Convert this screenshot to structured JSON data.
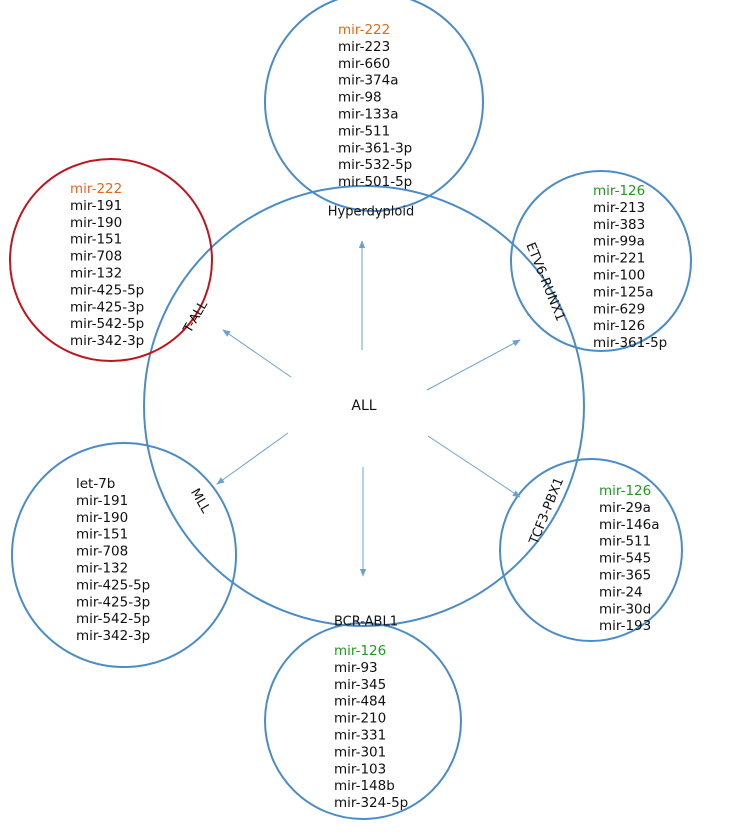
{
  "colors": {
    "circle_blue": "#4a8cc8",
    "circle_red": "#c0141c",
    "arrow_blue": "#6aa0d4",
    "text": "#111111",
    "highlight_orange": "#e8661a",
    "highlight_green": "#1e9a1e"
  },
  "center": {
    "label": "ALL"
  },
  "subtypes": [
    {
      "key": "hyperdiploid",
      "label": "Hyperdyploid",
      "border": "blue",
      "mirnas": [
        {
          "text": "mir-222",
          "color": "orange"
        },
        {
          "text": "mir-223"
        },
        {
          "text": "mir-660"
        },
        {
          "text": "mir-374a"
        },
        {
          "text": "mir-98"
        },
        {
          "text": "mir-133a"
        },
        {
          "text": "mir-511"
        },
        {
          "text": "mir-361-3p"
        },
        {
          "text": "mir-532-5p"
        },
        {
          "text": "mir-501-5p"
        }
      ]
    },
    {
      "key": "etv6-runx1",
      "label": "ETV6-RUNX1",
      "border": "blue",
      "mirnas": [
        {
          "text": "mir-126",
          "color": "green"
        },
        {
          "text": "mir-213"
        },
        {
          "text": "mir-383"
        },
        {
          "text": "mir-99a"
        },
        {
          "text": "mir-221"
        },
        {
          "text": "mir-100"
        },
        {
          "text": "mir-125a"
        },
        {
          "text": "mir-629"
        },
        {
          "text": "mir-126"
        },
        {
          "text": "mir-361-5p"
        }
      ]
    },
    {
      "key": "tcf3-pbx1",
      "label": "TCF3-PBX1",
      "border": "blue",
      "mirnas": [
        {
          "text": "mir-126",
          "color": "green"
        },
        {
          "text": "mir-29a"
        },
        {
          "text": "mir-146a"
        },
        {
          "text": "mir-511"
        },
        {
          "text": "mir-545"
        },
        {
          "text": "mir-365"
        },
        {
          "text": "mir-24"
        },
        {
          "text": "mir-30d"
        },
        {
          "text": "mir-193"
        }
      ]
    },
    {
      "key": "bcr-abl1",
      "label": "BCR-ABL1",
      "border": "blue",
      "mirnas": [
        {
          "text": "mir-126",
          "color": "green"
        },
        {
          "text": "mir-93"
        },
        {
          "text": "mir-345"
        },
        {
          "text": "mir-484"
        },
        {
          "text": "mir-210"
        },
        {
          "text": "mir-331"
        },
        {
          "text": "mir-301"
        },
        {
          "text": "mir-103"
        },
        {
          "text": "mir-148b"
        },
        {
          "text": "mir-324-5p"
        }
      ]
    },
    {
      "key": "mll",
      "label": "MLL",
      "border": "blue",
      "mirnas": [
        {
          "text": "let-7b"
        },
        {
          "text": "mir-191"
        },
        {
          "text": "mir-190"
        },
        {
          "text": "mir-151"
        },
        {
          "text": "mir-708"
        },
        {
          "text": "mir-132"
        },
        {
          "text": "mir-425-5p"
        },
        {
          "text": "mir-425-3p"
        },
        {
          "text": "mir-542-5p"
        },
        {
          "text": "mir-342-3p"
        }
      ]
    },
    {
      "key": "t-all",
      "label": "T-ALL",
      "border": "red",
      "mirnas": [
        {
          "text": "mir-222",
          "color": "orange"
        },
        {
          "text": "mir-191"
        },
        {
          "text": "mir-190"
        },
        {
          "text": "mir-151"
        },
        {
          "text": "mir-708"
        },
        {
          "text": "mir-132"
        },
        {
          "text": "mir-425-5p"
        },
        {
          "text": "mir-425-3p"
        },
        {
          "text": "mir-542-5p"
        },
        {
          "text": "mir-342-3p"
        }
      ]
    }
  ]
}
